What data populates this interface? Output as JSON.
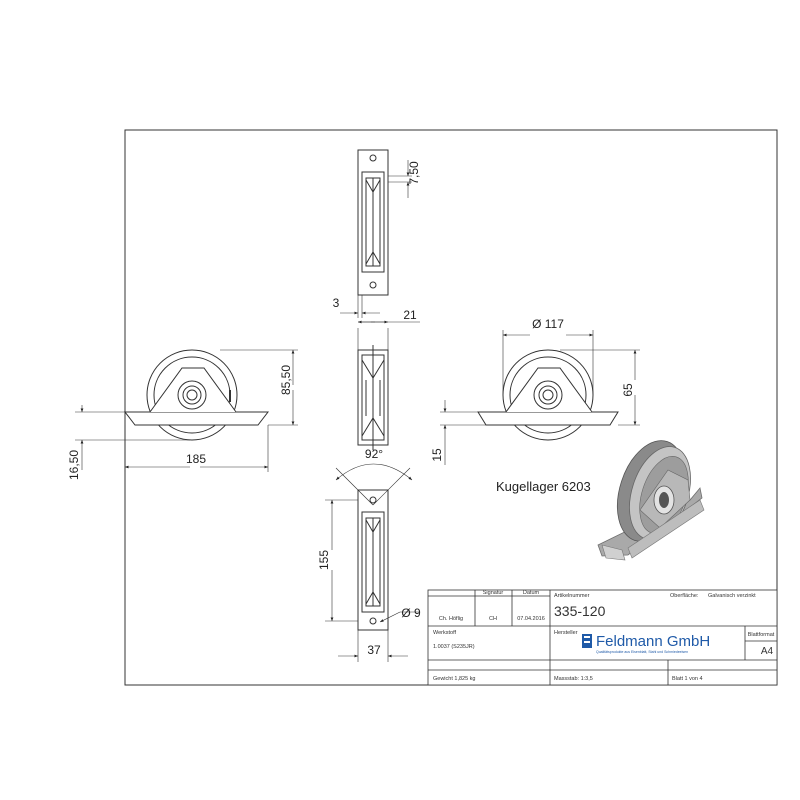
{
  "dimensions": {
    "d750": "7,50",
    "d3": "3",
    "d21": "21",
    "d8550": "85,50",
    "d1650": "16,50",
    "d185": "185",
    "d117": "Ø 117",
    "d65": "65",
    "d15": "15",
    "d92": "92°",
    "d155": "155",
    "d9": "Ø 9",
    "d37": "37"
  },
  "annotation": {
    "bearing": "Kugellager 6203"
  },
  "title_block": {
    "col_labels": [
      "",
      "Signatur",
      "Datum"
    ],
    "row_values": [
      "Ch. Höflig",
      "CH",
      "07.04.2016"
    ],
    "artikelnummer_label": "Artikelnummer",
    "artikelnummer": "335-120",
    "oberflaeche_label": "Oberfläche:",
    "oberflaeche": "Galvanisch verzinkt",
    "werkstoff_label": "Werkstoff",
    "werkstoff": "1.0037 (S235JR)",
    "hersteller_label": "Hersteller",
    "company": "Feldmann GmbH",
    "company_sub": "Qualitätsprodukte aus Eisenblatt, Stahl und Schmiedeeisen",
    "blattformat_label": "Blattformat",
    "blattformat": "A4",
    "gewicht": "Gewicht 1,825 kg",
    "massstab": "Massstab: 1:3,5",
    "blatt": "Blatt 1 von 4"
  }
}
